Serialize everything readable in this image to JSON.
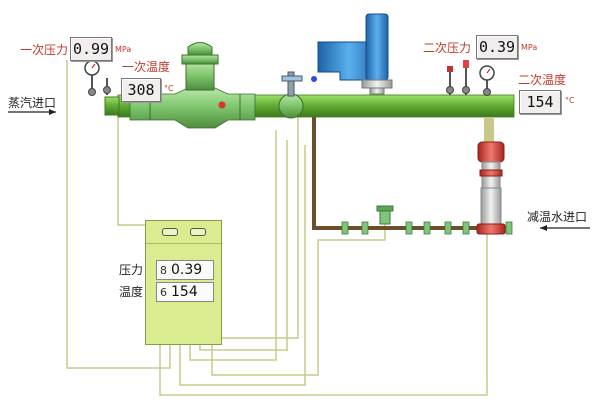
{
  "steam_inlet": {
    "label": "蒸汽进口"
  },
  "cooling_water_inlet": {
    "label": "减温水进口"
  },
  "primary_pressure": {
    "label": "一次压力",
    "value": "0.99",
    "unit": "MPa"
  },
  "primary_temperature": {
    "label": "一次温度",
    "value": "308",
    "unit": "°C"
  },
  "secondary_pressure": {
    "label": "二次压力",
    "value": "0.39",
    "unit": "MPa"
  },
  "secondary_temperature": {
    "label": "二次温度",
    "value": "154",
    "unit": "°C"
  },
  "controller": {
    "pressure_label": "压力",
    "pressure_channel": "8",
    "pressure_value": "0.39",
    "temperature_label": "温度",
    "temperature_channel": "6",
    "temperature_value": "154"
  },
  "colors": {
    "pipe_green": "#6fba3c",
    "signal_line": "#c9c88a",
    "water_pipe": "#6b4f2a",
    "actuator_blue": "#3a8fd0",
    "controller_panel": "#d9ec8f",
    "tank_red": "#d9433b"
  }
}
